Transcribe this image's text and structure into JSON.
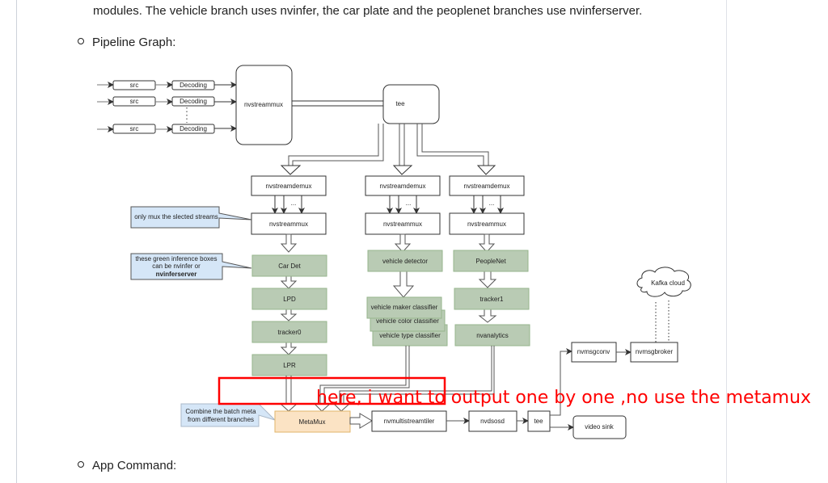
{
  "page": {
    "intro_text": "modules. The vehicle branch uses nvinfer, the car plate and the peoplenet branches use nvinferserver.",
    "bullets": [
      "Pipeline Graph:",
      "App Command:"
    ]
  },
  "diagram": {
    "sources": [
      {
        "src": "src",
        "decode": "Decoding"
      },
      {
        "src": "src",
        "decode": "Decoding"
      },
      {
        "src": "src",
        "decode": "Decoding"
      }
    ],
    "nvstreammux_main": "nvstreammux",
    "tee_main": "tee",
    "branches": [
      {
        "demux": "nvstreamdemux",
        "mux": "nvstreammux",
        "infer": [
          "Car Det",
          "LPD",
          "tracker0",
          "LPR"
        ]
      },
      {
        "demux": "nvstreamdemux",
        "mux": "nvstreammux",
        "infer": [
          "vehicle detector"
        ],
        "classifiers": [
          "vehicle maker classifier",
          "vehicle color classifier",
          "vehicle type classifier"
        ]
      },
      {
        "demux": "nvstreamdemux",
        "mux": "nvstreammux",
        "infer": [
          "PeopleNet",
          "tracker1",
          "nvanalytics"
        ]
      }
    ],
    "notes": {
      "mux_note": "only mux the slected streams",
      "infer_note_line1": "these green inference boxes",
      "infer_note_line2": "can be nvinfer or",
      "infer_note_line3": "nvinferserver",
      "metamux_note_line1": "Combine the batch meta",
      "metamux_note_line2": "from different branches"
    },
    "metamux": "MetaMux",
    "tiler": "nvmultistreamtiler",
    "osd": "nvdsosd",
    "tee_out": "tee",
    "video_sink": "video sink",
    "msgconv": "nvmsgconv",
    "msgbroker": "nvmsgbroker",
    "cloud": "Kafka cloud",
    "dots": "...",
    "colors": {
      "infer_fill": "#b9cbb4",
      "infer_stroke": "#96b48c",
      "note_fill": "#d5e6f7",
      "metamux_fill": "#fbe3c4",
      "metamux_stroke": "#e1b46a",
      "annotation": "#ff0000"
    }
  },
  "annotation": {
    "text": "here, i want to output one by one ,no use the metamux"
  }
}
